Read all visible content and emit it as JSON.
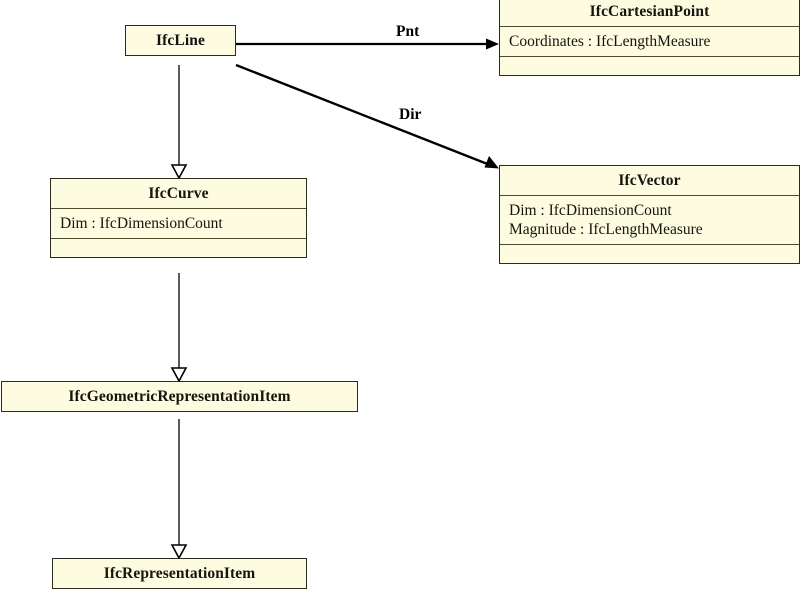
{
  "diagram": {
    "type": "uml-class-diagram",
    "title": "IfcLine",
    "background_color": "#ffffff",
    "class_fill_color": "#fdfbe0",
    "class_border_color": "#2b2b1e",
    "compartment_divider_color": "#4d4a2c",
    "edge_color": "#000000",
    "classes": [
      {
        "id": "ifcline",
        "name": "IfcLine",
        "attributes": [],
        "has_empty_compartment": false
      },
      {
        "id": "ifccartesianpoint",
        "name": "IfcCartesianPoint",
        "attributes": [
          "Coordinates : IfcLengthMeasure"
        ],
        "has_empty_compartment": true
      },
      {
        "id": "ifccurve",
        "name": "IfcCurve",
        "attributes": [
          "Dim : IfcDimensionCount"
        ],
        "has_empty_compartment": true
      },
      {
        "id": "ifcvector",
        "name": "IfcVector",
        "attributes": [
          "Dim : IfcDimensionCount",
          "Magnitude : IfcLengthMeasure"
        ],
        "has_empty_compartment": true
      },
      {
        "id": "ifcgeomrepitem",
        "name": "IfcGeometricRepresentationItem",
        "attributes": [],
        "has_empty_compartment": false
      },
      {
        "id": "ifcrepitem",
        "name": "IfcRepresentationItem",
        "attributes": [],
        "has_empty_compartment": false
      }
    ],
    "associations": [
      {
        "id": "pnt",
        "label": "Pnt",
        "from": "IfcLine",
        "to": "IfcCartesianPoint",
        "arrow": "open-arrow"
      },
      {
        "id": "dir",
        "label": "Dir",
        "from": "IfcLine",
        "to": "IfcVector",
        "arrow": "open-arrow"
      }
    ],
    "generalizations": [
      {
        "id": "gen-line-curve",
        "from": "IfcLine",
        "to": "IfcCurve",
        "arrow": "hollow-triangle"
      },
      {
        "id": "gen-curve-geom",
        "from": "IfcCurve",
        "to": "IfcGeometricRepresentationItem",
        "arrow": "hollow-triangle"
      },
      {
        "id": "gen-geom-rep",
        "from": "IfcGeometricRepresentationItem",
        "to": "IfcRepresentationItem",
        "arrow": "hollow-triangle"
      }
    ]
  }
}
